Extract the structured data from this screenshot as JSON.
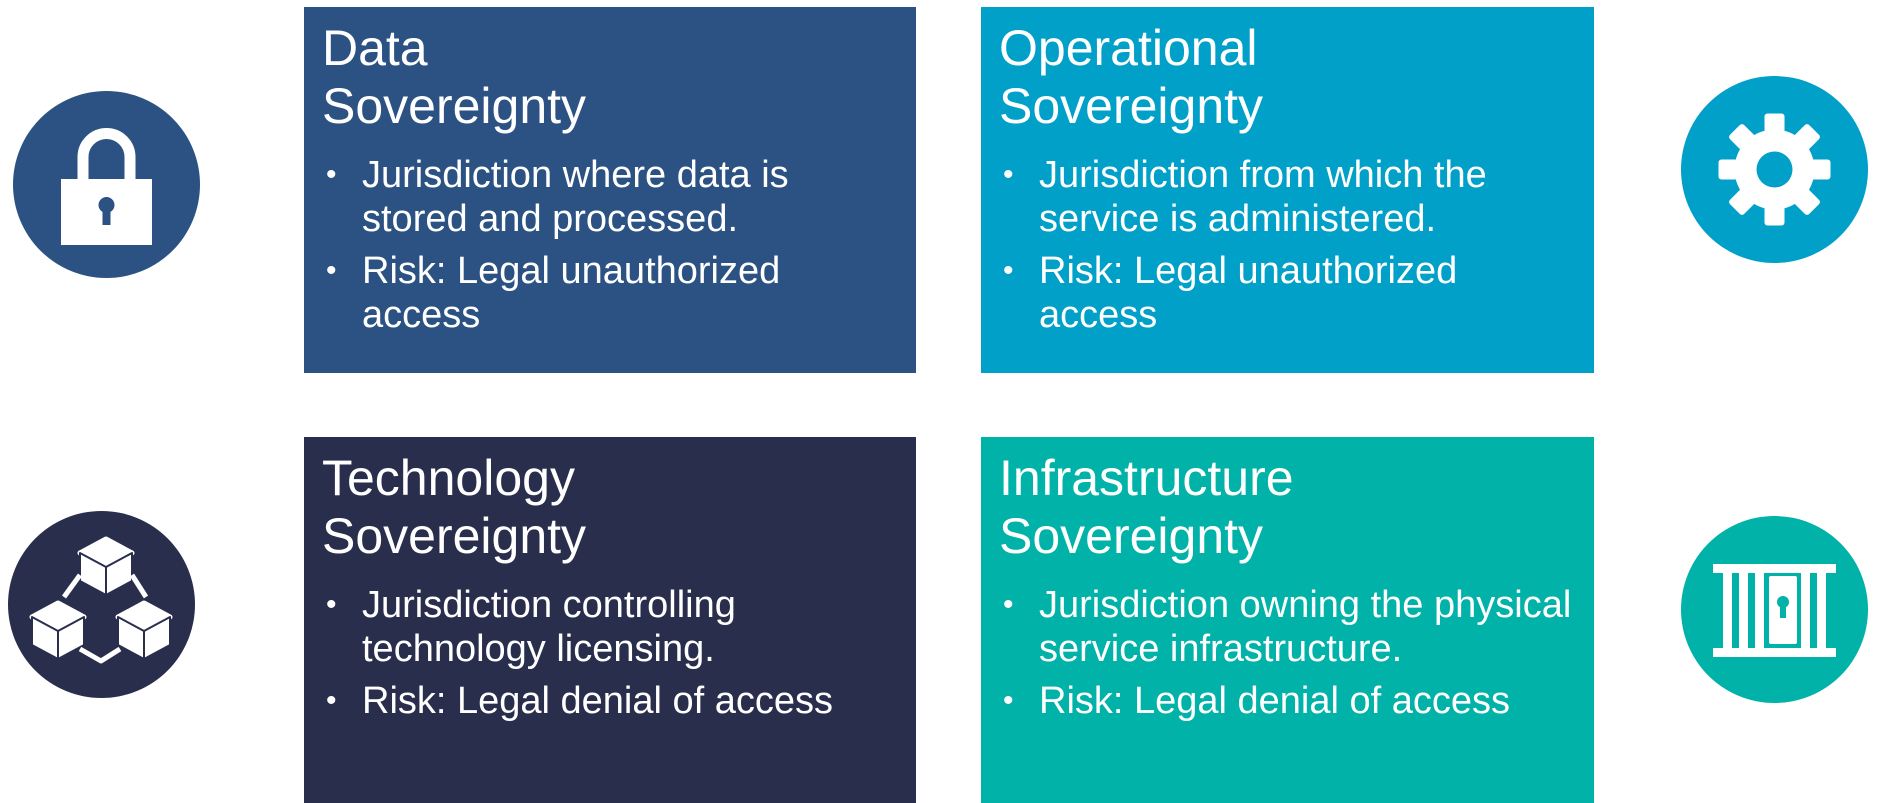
{
  "colors": {
    "data": "#2b5283",
    "operational": "#00a0c9",
    "technology": "#2a2e4d",
    "infrastructure": "#00b2a8",
    "text": "#ffffff"
  },
  "cards": {
    "data": {
      "title_line1": "Data",
      "title_line2": "Sovereignty",
      "bullets": [
        "Jurisdiction where data is stored and processed.",
        "Risk: Legal unauthorized access"
      ],
      "icon": "lock-icon"
    },
    "operational": {
      "title_line1": "Operational",
      "title_line2": "Sovereignty",
      "bullets": [
        "Jurisdiction from which the service is administered.",
        "Risk: Legal unauthorized access"
      ],
      "icon": "gear-icon"
    },
    "technology": {
      "title_line1": "Technology",
      "title_line2": "Sovereignty",
      "bullets": [
        "Jurisdiction controlling technology licensing.",
        "Risk: Legal denial of access"
      ],
      "icon": "blocks-icon"
    },
    "infrastructure": {
      "title_line1": "Infrastructure",
      "title_line2": "Sovereignty",
      "bullets": [
        "Jurisdiction owning the physical service infrastructure.",
        "Risk: Legal denial of access"
      ],
      "icon": "locked-gate-icon"
    }
  }
}
